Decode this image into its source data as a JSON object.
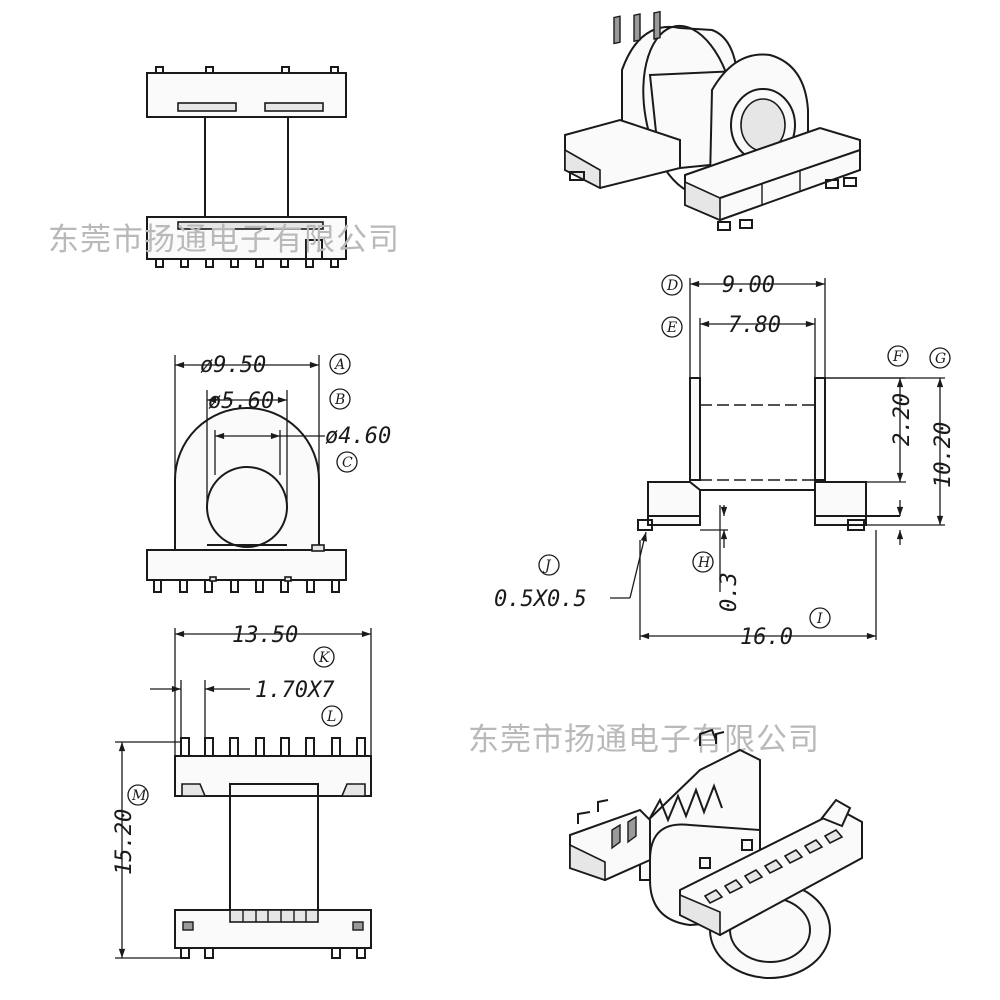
{
  "watermark": {
    "text": "东莞市扬通电子有限公司"
  },
  "dimensions": {
    "outer_diameter": "ø9.50",
    "inner_diameter": "ø5.60",
    "core_diameter": "ø4.60",
    "flange_width": "9.00",
    "inner_width": "7.80",
    "flange_height": "2.20",
    "total_height": "10.20",
    "overall_length": "16.0",
    "base_width": "13.50",
    "pin_pitch": "1.70X7",
    "base_depth": "15.20",
    "pin_offset": "0.3",
    "chamfer": "0.5X0.5"
  },
  "labels": {
    "A": "A",
    "B": "B",
    "C": "C",
    "D": "D",
    "E": "E",
    "F": "F",
    "G": "G",
    "H": "H",
    "I": "I",
    "J": "J",
    "K": "K",
    "L": "L",
    "M": "M"
  }
}
